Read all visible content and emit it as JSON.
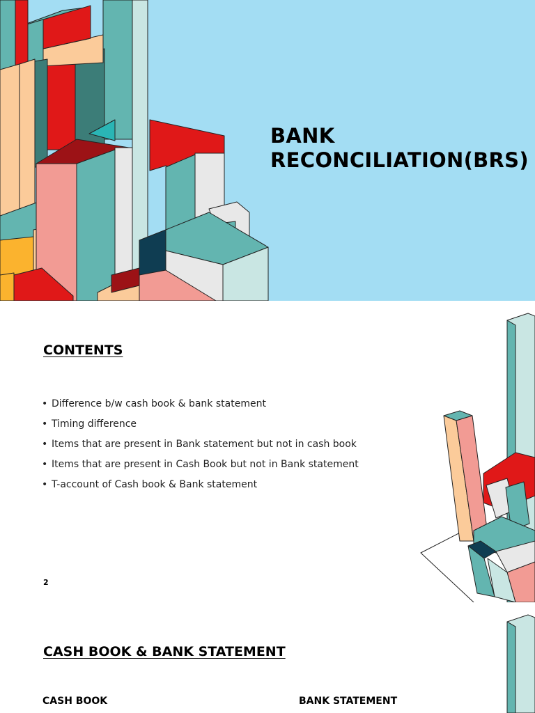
{
  "slides": [
    {
      "title_lines": [
        "BANK",
        "RECONCILIATION(BRS)"
      ]
    },
    {
      "heading": "CONTENTS",
      "items": [
        "Difference b/w cash book & bank statement",
        "Timing difference",
        "Items that are present in Bank statement but not in cash book",
        "Items that are present in Cash Book but not in Bank statement",
        "T-account of Cash book & Bank statement"
      ],
      "page_number": "2"
    },
    {
      "heading": "CASH BOOK & BANK STATEMENT",
      "columns": [
        "CASH BOOK",
        "BANK STATEMENT"
      ]
    }
  ],
  "colors": {
    "sky": "#a3ddf3",
    "red": "#e01818",
    "teal": "#63b5b0",
    "dark_teal": "#3c7d78",
    "pink": "#f29b94",
    "peach": "#fbcb9a",
    "light_grey": "#e8e8e8",
    "pale_teal": "#c9e6e3",
    "yellow": "#fbb32e",
    "navy": "#0f3d52"
  }
}
